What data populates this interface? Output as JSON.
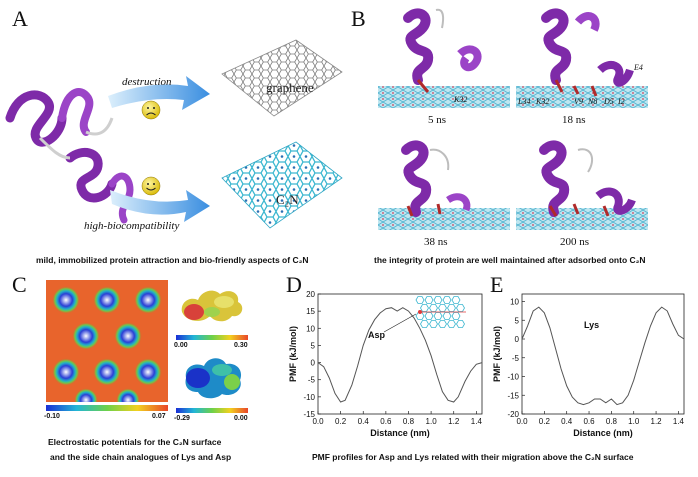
{
  "panels": {
    "a": {
      "letter": "A",
      "arrow_top_label": "destruction",
      "arrow_bottom_label": "high-biocompatibility",
      "sheet_top_label": "graphene",
      "sheet_bottom_label": "C₂N",
      "caption": "mild, immobilized protein attraction and bio-friendly aspects of C₂N"
    },
    "b": {
      "letter": "B",
      "frames": [
        {
          "time": "5 ns",
          "residues": [
            "K32"
          ]
        },
        {
          "time": "18 ns",
          "residues": [
            "L34",
            "K32",
            "V9",
            "N8",
            "D5",
            "I2",
            "E4"
          ]
        },
        {
          "time": "38 ns",
          "residues": []
        },
        {
          "time": "200 ns",
          "residues": []
        }
      ],
      "caption": "the integrity of  protein  are well  maintained after adsorbed onto C₂N"
    },
    "c": {
      "letter": "C",
      "surface_colorbar": {
        "min": "-0.10",
        "max": "0.07"
      },
      "top_colorbar": {
        "min": "0.00",
        "max": "0.30"
      },
      "bottom_colorbar": {
        "min": "-0.29",
        "max": "0.00"
      },
      "caption_line1": "Electrostatic potentials for the C₂N surface",
      "caption_line2": "and the side chain analogues of Lys and Asp"
    },
    "d": {
      "letter": "D"
    },
    "e": {
      "letter": "E"
    },
    "de_caption": "PMF profiles for Asp and Lys related with  their migration above the C₂N surface"
  },
  "chart_data": [
    {
      "type": "line",
      "panel": "D",
      "title": "",
      "annotation": "Asp",
      "xlabel": "Distance (nm)",
      "ylabel": "PMF (kJ/mol)",
      "xlim": [
        0.0,
        1.45
      ],
      "ylim": [
        -15,
        20
      ],
      "xticks": [
        "0.0",
        "0.2",
        "0.4",
        "0.6",
        "0.8",
        "1.0",
        "1.2",
        "1.4"
      ],
      "yticks": [
        "-15",
        "-10",
        "-5",
        "0",
        "5",
        "10",
        "15",
        "20"
      ],
      "grid": false,
      "series": [
        {
          "x": [
            0.0,
            0.05,
            0.1,
            0.15,
            0.2,
            0.24,
            0.3,
            0.35,
            0.4,
            0.45,
            0.5,
            0.55,
            0.6,
            0.65,
            0.7,
            0.75,
            0.8,
            0.85,
            0.9,
            0.95,
            1.0,
            1.05,
            1.1,
            1.15,
            1.2,
            1.24,
            1.3,
            1.35,
            1.4,
            1.45
          ],
          "y": [
            0,
            -1.2,
            -4.5,
            -9,
            -11.5,
            -11,
            -6.5,
            -1,
            5,
            9.5,
            12.5,
            14.5,
            15.7,
            16,
            15,
            16,
            15,
            13,
            10,
            6.5,
            2,
            -3.5,
            -8.5,
            -11,
            -11.5,
            -10,
            -5.5,
            -2.5,
            -0.5,
            0
          ]
        }
      ]
    },
    {
      "type": "line",
      "panel": "E",
      "title": "",
      "annotation": "Lys",
      "xlabel": "Distance (nm)",
      "ylabel": "PMF (kJ/mol)",
      "xlim": [
        0.0,
        1.45
      ],
      "ylim": [
        -20,
        12
      ],
      "xticks": [
        "0.0",
        "0.2",
        "0.4",
        "0.6",
        "0.8",
        "1.0",
        "1.2",
        "1.4"
      ],
      "yticks": [
        "-20",
        "-15",
        "-10",
        "-5",
        "0",
        "5",
        "10"
      ],
      "grid": false,
      "series": [
        {
          "x": [
            0.0,
            0.05,
            0.1,
            0.15,
            0.2,
            0.25,
            0.3,
            0.35,
            0.4,
            0.45,
            0.5,
            0.55,
            0.6,
            0.65,
            0.7,
            0.75,
            0.8,
            0.85,
            0.9,
            0.95,
            1.0,
            1.05,
            1.1,
            1.15,
            1.2,
            1.25,
            1.3,
            1.35,
            1.4,
            1.45
          ],
          "y": [
            0,
            3.5,
            7.5,
            8.5,
            7,
            3,
            -2.5,
            -8,
            -12.5,
            -15.5,
            -17,
            -17.5,
            -17,
            -16,
            -16,
            -17,
            -16,
            -17.5,
            -17,
            -15,
            -11,
            -6,
            -1,
            3.5,
            7,
            8.5,
            7.5,
            4,
            1,
            0
          ]
        }
      ]
    }
  ]
}
